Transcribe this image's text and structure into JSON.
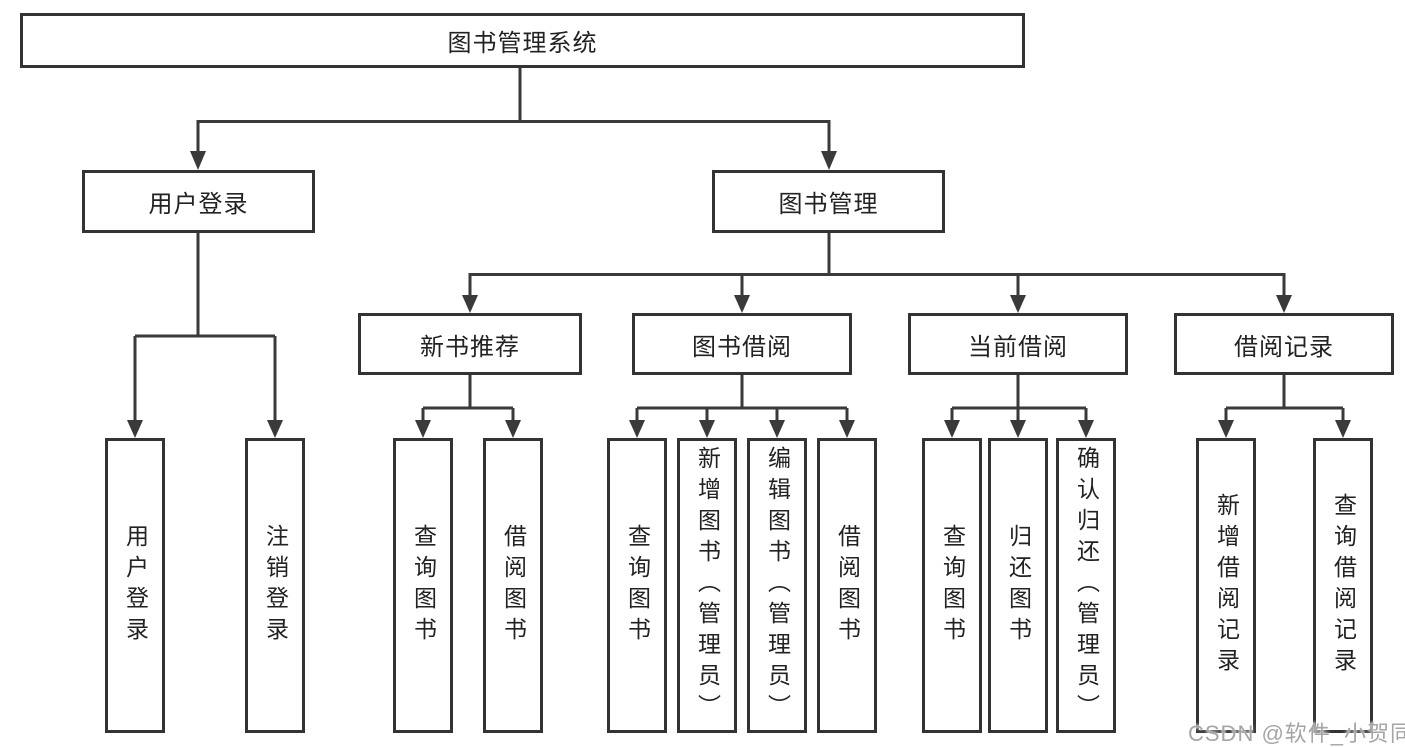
{
  "tree": {
    "root": "图书管理系统",
    "children": [
      {
        "label": "用户登录",
        "children": [
          {
            "label": "用户登录"
          },
          {
            "label": "注销登录"
          }
        ]
      },
      {
        "label": "图书管理",
        "children": [
          {
            "label": "新书推荐",
            "children": [
              {
                "label": "查询图书"
              },
              {
                "label": "借阅图书"
              }
            ]
          },
          {
            "label": "图书借阅",
            "children": [
              {
                "label": "查询图书"
              },
              {
                "label": "新增图书（管理员）"
              },
              {
                "label": "编辑图书（管理员）"
              },
              {
                "label": "借阅图书"
              }
            ]
          },
          {
            "label": "当前借阅",
            "children": [
              {
                "label": "查询图书"
              },
              {
                "label": "归还图书"
              },
              {
                "label": "确认归还（管理员）"
              }
            ]
          },
          {
            "label": "借阅记录",
            "children": [
              {
                "label": "新增借阅记录"
              },
              {
                "label": "查询借阅记录"
              }
            ]
          }
        ]
      }
    ]
  },
  "watermark": "CSDN @软件_小贺同学",
  "colors": {
    "line": "#3a3a3a",
    "box_border": "#333333",
    "text": "#222222",
    "watermark": "#a5a5a5",
    "background": "#ffffff"
  }
}
